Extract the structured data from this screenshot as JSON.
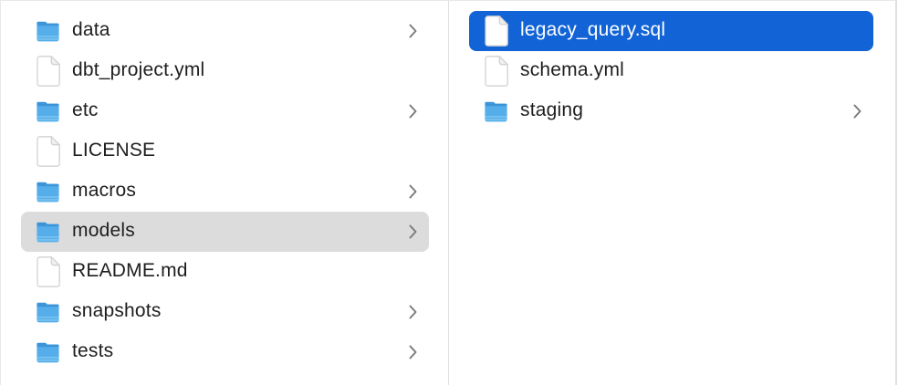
{
  "window": {
    "view": "finder-column-browser"
  },
  "colors": {
    "selection_active": "#1163d6",
    "selection_inactive": "#dcdcdc",
    "text": "#1e1e1f",
    "text_selected": "#ffffff",
    "chevron": "#7d7d7d",
    "divider": "#e0e0e0",
    "edge_border": "#e8e8e8",
    "folder_dark": "#3d94d8",
    "folder_body": "#55aeea",
    "folder_stripe": "#7ec6f2",
    "file_border": "#d2d2d2",
    "file_fill": "#ffffff",
    "file_fold": "#f0f0f0"
  },
  "columns": [
    {
      "name": "parent-folder-contents",
      "items": [
        {
          "label": "data",
          "icon": "folder-icon",
          "chevron": true,
          "chevron_icon": "chevron-right-icon",
          "selection": null
        },
        {
          "label": "dbt_project.yml",
          "icon": "document-icon",
          "chevron": false,
          "selection": null
        },
        {
          "label": "etc",
          "icon": "folder-icon",
          "chevron": true,
          "chevron_icon": "chevron-right-icon",
          "selection": null
        },
        {
          "label": "LICENSE",
          "icon": "document-icon",
          "chevron": false,
          "selection": null
        },
        {
          "label": "macros",
          "icon": "folder-icon",
          "chevron": true,
          "chevron_icon": "chevron-right-icon",
          "selection": null
        },
        {
          "label": "models",
          "icon": "folder-icon",
          "chevron": true,
          "chevron_icon": "chevron-right-icon",
          "selection": "inactive"
        },
        {
          "label": "README.md",
          "icon": "document-icon",
          "chevron": false,
          "selection": null
        },
        {
          "label": "snapshots",
          "icon": "folder-icon",
          "chevron": true,
          "chevron_icon": "chevron-right-icon",
          "selection": null
        },
        {
          "label": "tests",
          "icon": "folder-icon",
          "chevron": true,
          "chevron_icon": "chevron-right-icon",
          "selection": null
        }
      ]
    },
    {
      "name": "models-folder-contents",
      "items": [
        {
          "label": "legacy_query.sql",
          "icon": "document-icon",
          "chevron": false,
          "selection": "active"
        },
        {
          "label": "schema.yml",
          "icon": "document-icon",
          "chevron": false,
          "selection": null
        },
        {
          "label": "staging",
          "icon": "folder-icon",
          "chevron": true,
          "chevron_icon": "chevron-right-icon",
          "selection": null
        }
      ]
    }
  ]
}
